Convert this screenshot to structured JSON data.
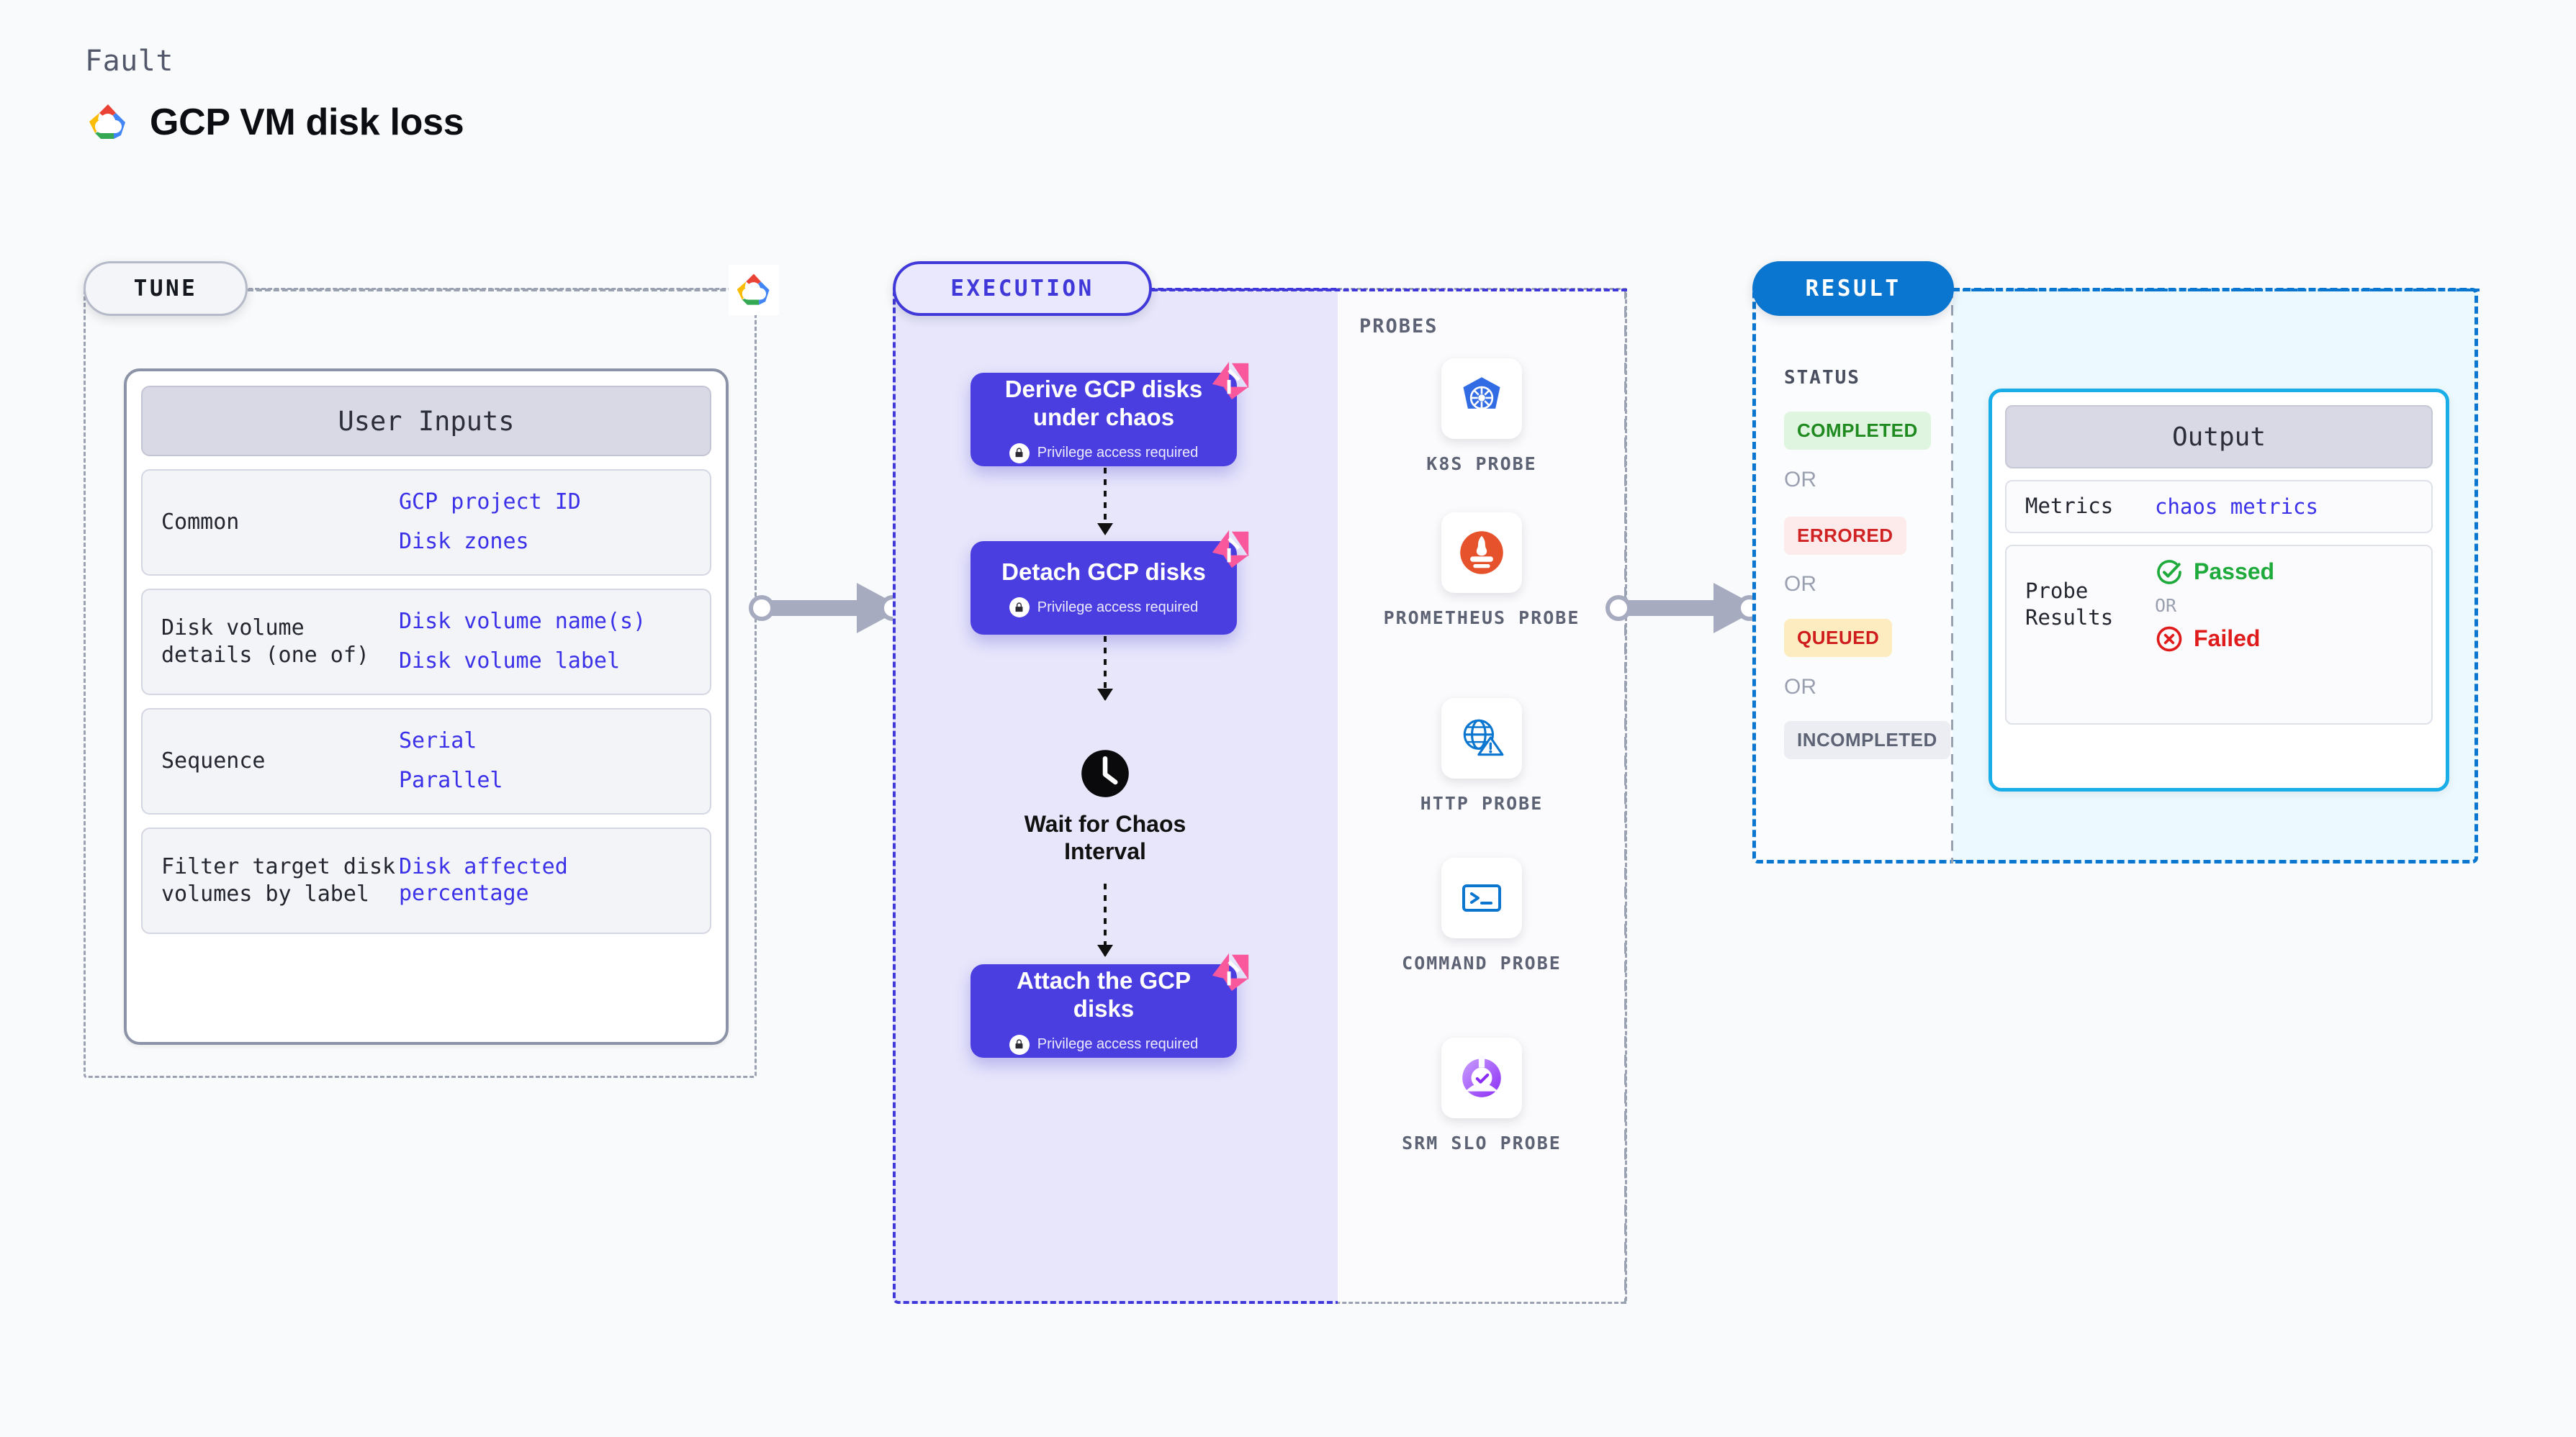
{
  "header": {
    "kicker": "Fault",
    "title": "GCP VM disk loss",
    "logo_icon": "gcp-cloud-logo"
  },
  "stages": {
    "tune": {
      "label": "TUNE",
      "cloud_icon": "gcp-cloud-logo"
    },
    "execution": {
      "label": "EXECUTION"
    },
    "result": {
      "label": "RESULT"
    }
  },
  "tune": {
    "card_title": "User Inputs",
    "rows": [
      {
        "label": "Common",
        "values": [
          "GCP project ID",
          "Disk zones"
        ]
      },
      {
        "label": "Disk volume details (one of)",
        "values": [
          "Disk volume name(s)",
          "Disk volume label"
        ]
      },
      {
        "label": "Sequence",
        "values": [
          "Serial",
          "Parallel"
        ]
      },
      {
        "label": "Filter target disk volumes by label",
        "values": [
          "Disk affected percentage"
        ]
      }
    ]
  },
  "execution": {
    "nodes": [
      {
        "title": "Derive GCP disks under chaos",
        "privilege": "Privilege access required",
        "badge_icon": "litmus-chaos-badge-icon",
        "lock_icon": "lock-icon"
      },
      {
        "title": "Detach GCP disks",
        "privilege": "Privilege access required",
        "badge_icon": "litmus-chaos-badge-icon",
        "lock_icon": "lock-icon"
      },
      {
        "title": "Attach the GCP disks",
        "privilege": "Privilege access required",
        "badge_icon": "litmus-chaos-badge-icon",
        "lock_icon": "lock-icon"
      }
    ],
    "wait": {
      "label": "Wait for Chaos Interval",
      "icon": "clock-icon"
    }
  },
  "probes": {
    "title": "PROBES",
    "items": [
      {
        "label": "K8S PROBE",
        "icon": "kubernetes-icon"
      },
      {
        "label": "PROMETHEUS PROBE",
        "icon": "prometheus-icon"
      },
      {
        "label": "HTTP PROBE",
        "icon": "http-globe-warning-icon"
      },
      {
        "label": "COMMAND PROBE",
        "icon": "terminal-icon"
      },
      {
        "label": "SRM SLO PROBE",
        "icon": "srm-slo-icon"
      }
    ]
  },
  "result": {
    "status_title": "STATUS",
    "or_label": "OR",
    "statuses": [
      {
        "label": "COMPLETED",
        "bg": "#dff5df",
        "fg": "#1f8a1f"
      },
      {
        "label": "ERRORED",
        "bg": "#fdeaea",
        "fg": "#d02222"
      },
      {
        "label": "QUEUED",
        "bg": "#fdecbf",
        "fg": "#cf1d1d"
      },
      {
        "label": "INCOMPLETED",
        "bg": "#ecedf3",
        "fg": "#5d6374"
      }
    ]
  },
  "output": {
    "card_title": "Output",
    "metrics": {
      "label": "Metrics",
      "value": "chaos metrics"
    },
    "probe_results": {
      "label": "Probe Results",
      "passed": {
        "label": "Passed",
        "icon": "check-circle-icon",
        "color": "#1faa3c"
      },
      "or_label": "OR",
      "failed": {
        "label": "Failed",
        "icon": "x-circle-icon",
        "color": "#e01b1b"
      }
    }
  },
  "colors": {
    "brand_purple": "#4038d8",
    "node_purple": "#4b3ee0",
    "result_blue": "#0b76cf",
    "output_border": "#19aee8",
    "badge_pink": "#f9589c"
  }
}
